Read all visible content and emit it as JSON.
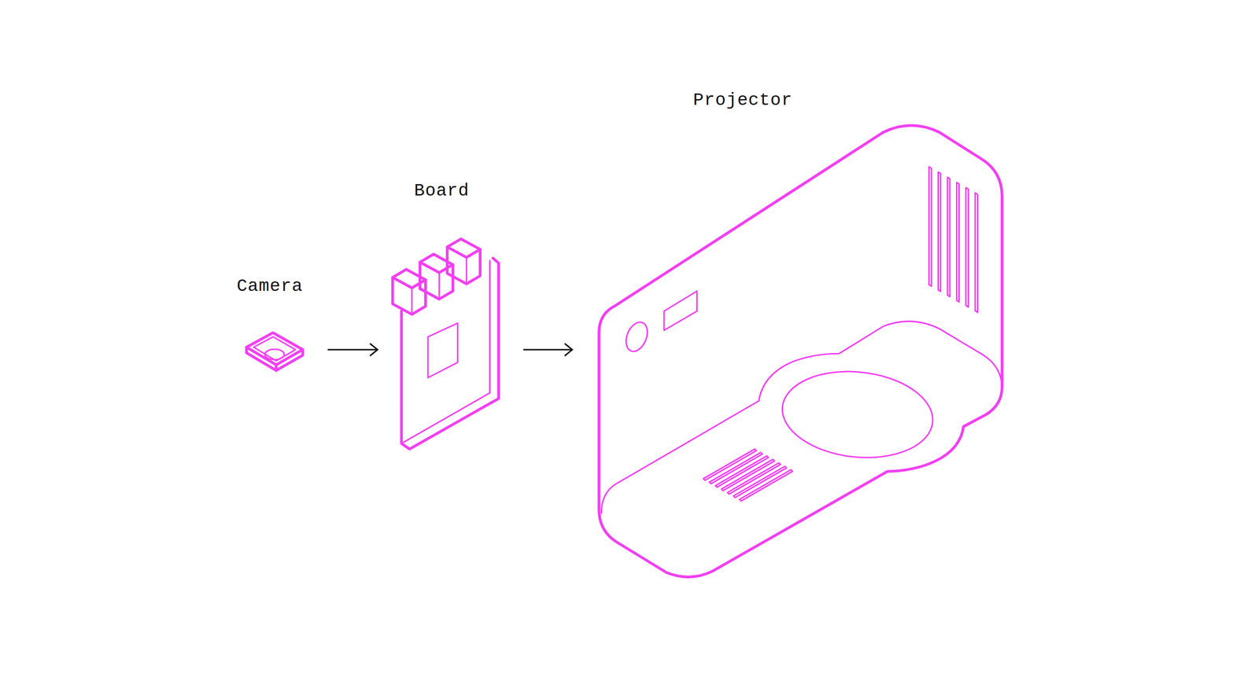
{
  "diagram": {
    "nodes": [
      {
        "text": [
          "Camera"
        ]
      },
      {
        "text": [
          "Board"
        ]
      },
      {
        "text": [
          "Projector"
        ]
      }
    ],
    "edges": [
      {
        "from": 0,
        "to": 1,
        "arrow": "to"
      },
      {
        "from": 1,
        "to": 2,
        "arrow": "to"
      }
    ]
  }
}
